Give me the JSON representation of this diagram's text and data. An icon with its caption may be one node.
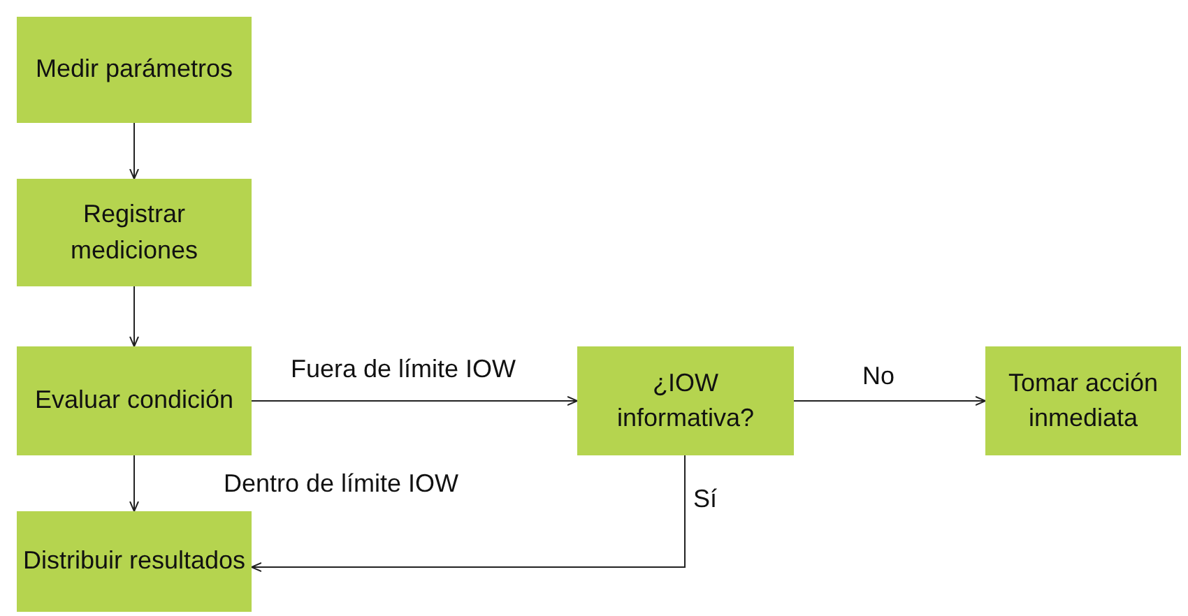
{
  "diagram": {
    "nodes": [
      {
        "text": [
          "Medir parámetros"
        ]
      },
      {
        "text": [
          "Registrar mediciones"
        ]
      },
      {
        "text": [
          "Evaluar condición"
        ]
      },
      {
        "text": [
          "¿IOW informativa?"
        ]
      },
      {
        "text": [
          "Tomar acción inmediata"
        ]
      },
      {
        "text": [
          "Distribuir resultados"
        ]
      }
    ],
    "edges": [
      {
        "from": 0,
        "to": 1,
        "arrow": "to"
      },
      {
        "from": 1,
        "to": 2,
        "arrow": "to"
      },
      {
        "from": 2,
        "to": 3,
        "arrow": "to",
        "label": "Fuera de límite IOW"
      },
      {
        "from": 3,
        "to": 4,
        "arrow": "to",
        "label": "No"
      },
      {
        "from": 2,
        "to": 5,
        "arrow": "to",
        "label": "Dentro de límite IOW"
      },
      {
        "from": 3,
        "to": 5,
        "arrow": "to",
        "label": "Sí"
      }
    ]
  }
}
